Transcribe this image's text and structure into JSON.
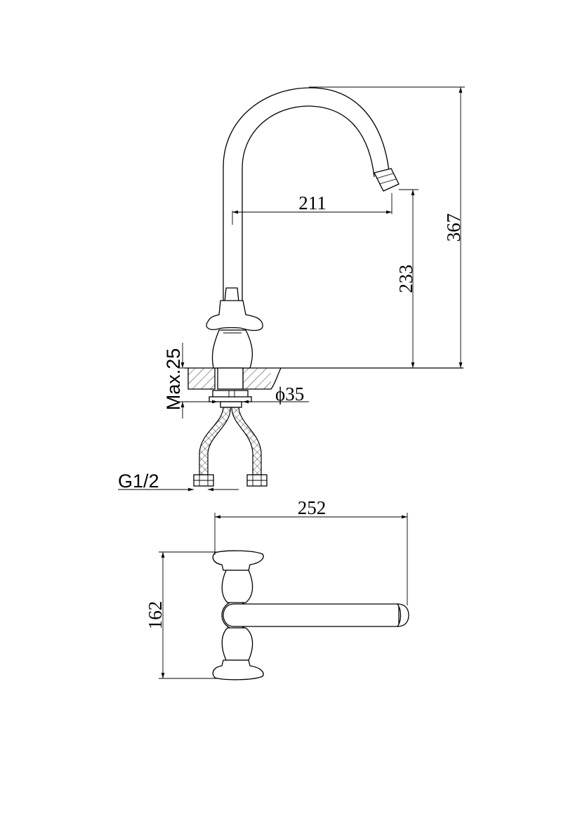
{
  "drawing": {
    "dimensions": {
      "spout_reach": "211",
      "spout_height": "233",
      "total_height": "367",
      "max_thickness": "Max.25",
      "hole_diameter": "ϕ35",
      "thread": "G1/2",
      "top_width": "252",
      "handle_span": "162"
    }
  }
}
